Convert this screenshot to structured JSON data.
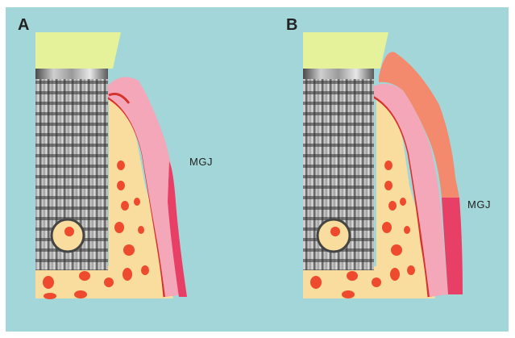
{
  "panels": [
    {
      "label": "A",
      "annotation": "MGJ"
    },
    {
      "label": "B",
      "annotation": "MGJ"
    }
  ],
  "colors": {
    "background": "#a3d6d8",
    "abutment": "#e6f29a",
    "bone": "#f8dd9e",
    "bone_spots": "#ee4a2e",
    "cortical_line": "#d8322c",
    "gingiva_pink": "#f3a7b9",
    "gingiva_orange": "#f38a6e",
    "alveolar_mucosa": "#e83f66",
    "implant_metal": "#8a8a8a"
  }
}
